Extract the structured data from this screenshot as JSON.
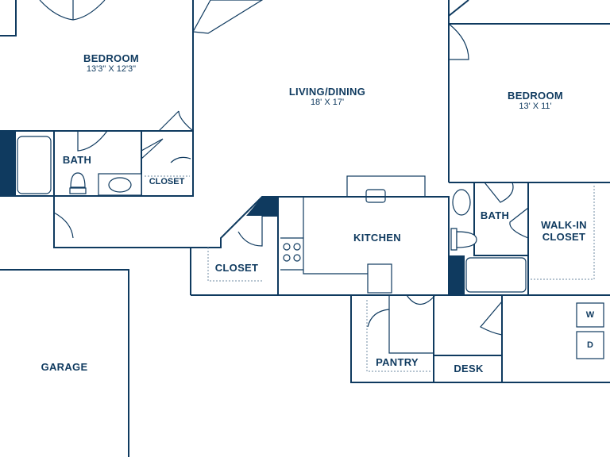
{
  "rooms": {
    "bedroom1": {
      "name": "BEDROOM",
      "dims": "13'3\" X 12'3\""
    },
    "living": {
      "name": "LIVING/DINING",
      "dims": "18' X 17'"
    },
    "bedroom2": {
      "name": "BEDROOM",
      "dims": "13' X 11'"
    },
    "bath1": {
      "name": "BATH"
    },
    "closet_small": {
      "name": "CLOSET"
    },
    "bath2": {
      "name": "BATH"
    },
    "walkin": {
      "name_line1": "WALK-IN",
      "name_line2": "CLOSET"
    },
    "kitchen": {
      "name": "KITCHEN"
    },
    "closet": {
      "name": "CLOSET"
    },
    "pantry": {
      "name": "PANTRY"
    },
    "desk": {
      "name": "DESK"
    },
    "garage": {
      "name": "GARAGE"
    },
    "washer": {
      "name": "W"
    },
    "dryer": {
      "name": "D"
    }
  },
  "colors": {
    "wall": "#0f3a5f",
    "dashed": "#8aa0b3",
    "background": "#ffffff"
  }
}
